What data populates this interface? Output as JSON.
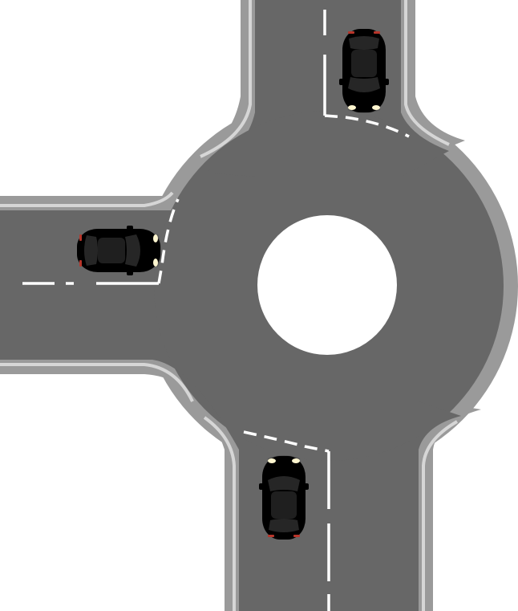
{
  "scene": {
    "type": "roundabout-illustration",
    "arms": [
      "north",
      "west",
      "south"
    ],
    "colors": {
      "background": "#ffffff",
      "curb": "#9a9a9a",
      "curb_edge": "#d6d6d6",
      "asphalt": "#676767",
      "marking": "#ffffff",
      "island": "#ffffff"
    }
  },
  "cars": [
    {
      "id": "car-north",
      "color": "#ecc033",
      "heading": "south",
      "approach": "north"
    },
    {
      "id": "car-west",
      "color": "#e8922a",
      "heading": "east",
      "approach": "west"
    },
    {
      "id": "car-south",
      "color": "#ecc033",
      "heading": "north",
      "approach": "south"
    }
  ]
}
